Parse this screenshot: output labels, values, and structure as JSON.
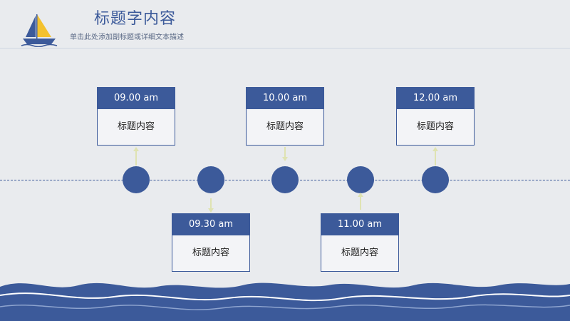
{
  "header": {
    "title": "标题字内容",
    "subtitle": "单击此处添加副标题或详细文本描述"
  },
  "colors": {
    "primary": "#3c5a9a",
    "background": "#e9ebee",
    "card_body": "#f3f4f7",
    "connector": "#dfe3b2",
    "sail": "#f3c12e"
  },
  "timeline": {
    "cards": [
      {
        "time": "09.00 am",
        "label": "标题内容"
      },
      {
        "time": "09.30 am",
        "label": "标题内容"
      },
      {
        "time": "10.00 am",
        "label": "标题内容"
      },
      {
        "time": "11.00 am",
        "label": "标题内容"
      },
      {
        "time": "12.00 am",
        "label": "标题内容"
      }
    ]
  }
}
